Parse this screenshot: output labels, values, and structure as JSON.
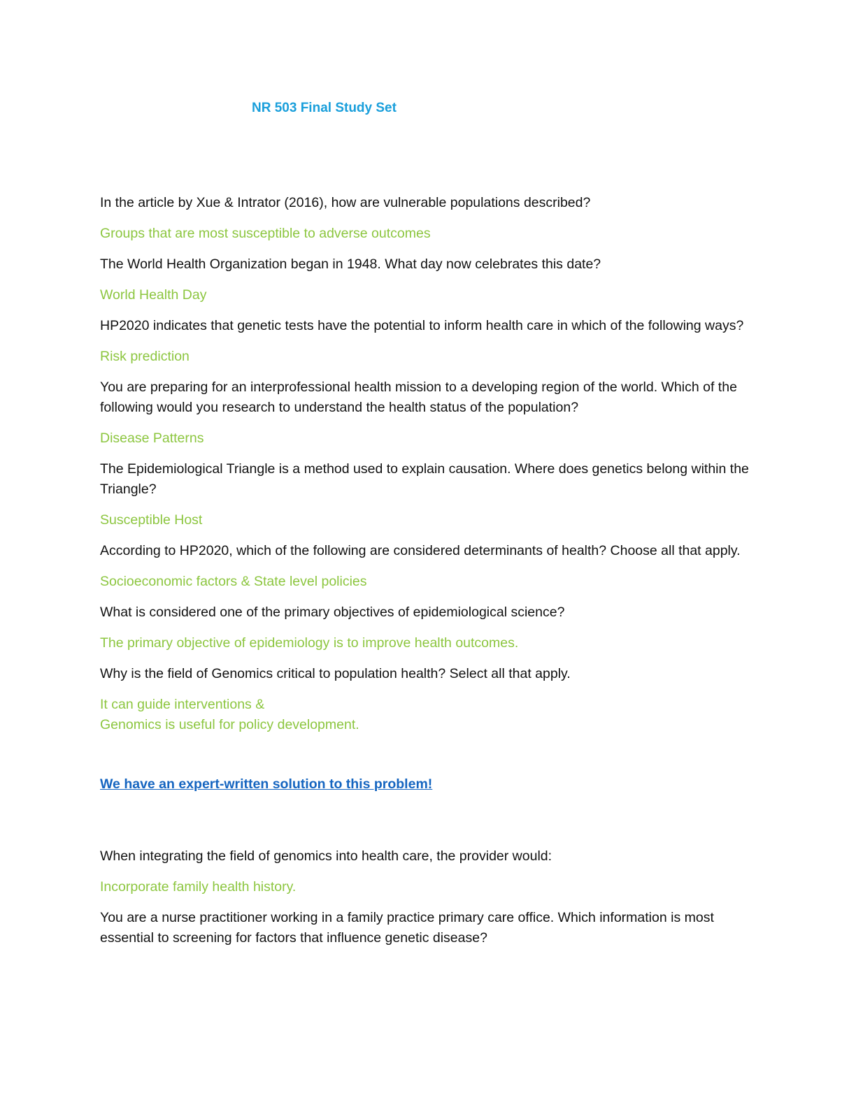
{
  "document": {
    "title": "NR 503 Final Study Set"
  },
  "qa": [
    {
      "question": "In the article by Xue & Intrator (2016), how are vulnerable populations described?",
      "answer": "Groups that are most susceptible to adverse outcomes"
    },
    {
      "question": "The World Health Organization began in 1948. What day now celebrates this date?",
      "answer": "World Health Day"
    },
    {
      "question": "HP2020 indicates that genetic tests have the potential to inform health care in which of the following ways?",
      "answer": "Risk prediction"
    },
    {
      "question": "You are preparing for an interprofessional health mission to a developing region of the world. Which of the following would you research to understand the health status of the population?",
      "answer": "Disease Patterns"
    },
    {
      "question": "The Epidemiological Triangle is a method used to explain causation. Where does genetics belong within the Triangle?",
      "answer": "Susceptible Host"
    },
    {
      "question": "According to HP2020, which of the following are considered determinants of health? Choose all that apply.",
      "answer": "Socioeconomic factors & State level policies"
    },
    {
      "question": "What is considered one of the primary objectives of epidemiological science?",
      "answer": "The primary objective of epidemiology is to improve health outcomes."
    },
    {
      "question": "Why is the field of Genomics critical to population health? Select all that apply.",
      "answer_lines": [
        "It can guide interventions &",
        "Genomics is useful for policy development."
      ]
    }
  ],
  "promo_link": "We have an expert-written solution to this problem!",
  "qa_after": [
    {
      "question": "When integrating the field of genomics into health care, the provider would:",
      "answer": "Incorporate family health history."
    },
    {
      "question": "You are a nurse practitioner working in a family practice primary care office. Which information is most essential to screening for factors that influence genetic disease?"
    }
  ]
}
